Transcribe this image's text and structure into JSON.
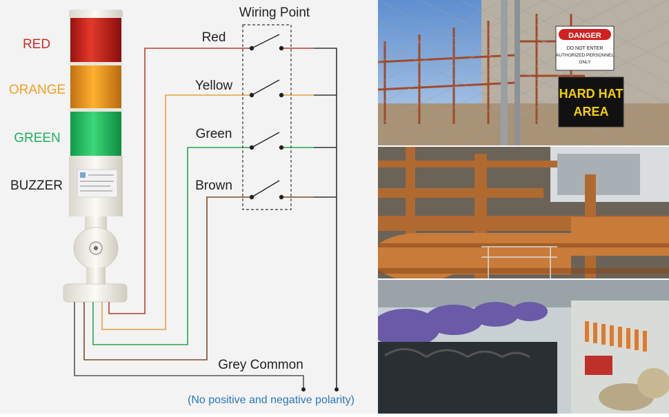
{
  "tower_labels": {
    "red": "RED",
    "orange": "ORANGE",
    "green": "GREEN",
    "buzzer": "BUZZER"
  },
  "wiring": {
    "title": "Wiring Point",
    "wires": [
      "Red",
      "Yellow",
      "Green",
      "Brown"
    ],
    "common": "Grey Common",
    "note": "(No positive and negative polarity)"
  },
  "colors": {
    "red": "#cc2a2a",
    "orange": "#f0a020",
    "green": "#1db35a",
    "wire_red": "#c0392b",
    "wire_yellow": "#e3a23a",
    "wire_green": "#27a54a",
    "wire_brown": "#7a4a2a",
    "wire_grey": "#555555",
    "note": "#2a78b8"
  },
  "photo_top": {
    "danger_sign": "DANGER",
    "danger_sub1": "DO NOT ENTER",
    "danger_sub2": "AUTHORIZED PERSONNEL",
    "danger_sub3": "ONLY",
    "hard_hat_1": "HARD HAT",
    "hard_hat_2": "AREA"
  }
}
